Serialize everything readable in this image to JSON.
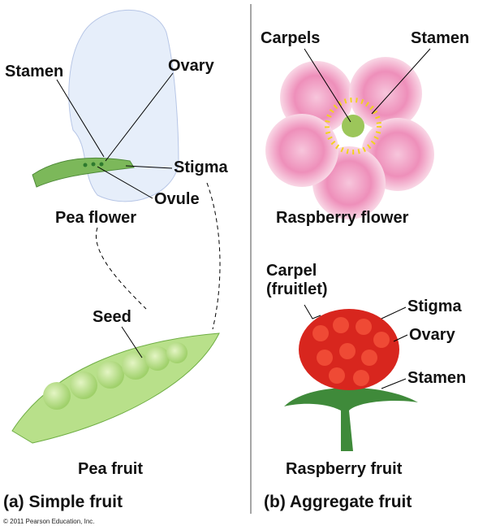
{
  "panel_a": {
    "caption": "(a) Simple fruit",
    "labels": {
      "stamen": "Stamen",
      "ovary": "Ovary",
      "stigma": "Stigma",
      "ovule": "Ovule",
      "flower": "Pea flower",
      "seed": "Seed",
      "fruit": "Pea fruit"
    }
  },
  "panel_b": {
    "caption": "(b) Aggregate fruit",
    "labels": {
      "carpels": "Carpels",
      "stamen": "Stamen",
      "flower": "Raspberry flower",
      "carpel_line1": "Carpel",
      "carpel_line2": "(fruitlet)",
      "stigma": "Stigma",
      "ovary": "Ovary",
      "fruit_stamen": "Stamen",
      "fruit": "Raspberry fruit"
    }
  },
  "copyright": "© 2011 Pearson Education, Inc."
}
